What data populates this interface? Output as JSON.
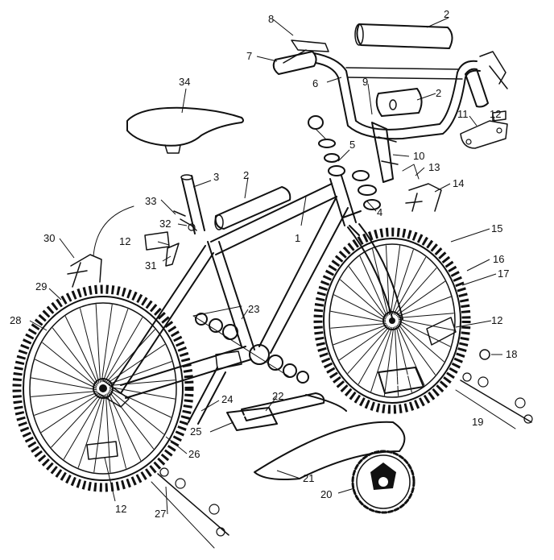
{
  "diagram": {
    "type": "exploded-parts-view",
    "ink_color": "#111111",
    "background": "#ffffff",
    "callouts": [
      {
        "id": "c1",
        "text": "1"
      },
      {
        "id": "c2a",
        "text": "2"
      },
      {
        "id": "c2b",
        "text": "2"
      },
      {
        "id": "c2c",
        "text": "2"
      },
      {
        "id": "c3",
        "text": "3"
      },
      {
        "id": "c4",
        "text": "4"
      },
      {
        "id": "c5",
        "text": "5"
      },
      {
        "id": "c6",
        "text": "6"
      },
      {
        "id": "c7",
        "text": "7"
      },
      {
        "id": "c8",
        "text": "8"
      },
      {
        "id": "c9",
        "text": "9"
      },
      {
        "id": "c10",
        "text": "10"
      },
      {
        "id": "c11",
        "text": "11"
      },
      {
        "id": "c12a",
        "text": "12"
      },
      {
        "id": "c12b",
        "text": "12"
      },
      {
        "id": "c12c",
        "text": "12"
      },
      {
        "id": "c12d",
        "text": "12"
      },
      {
        "id": "c13",
        "text": "13"
      },
      {
        "id": "c14",
        "text": "14"
      },
      {
        "id": "c15",
        "text": "15"
      },
      {
        "id": "c16",
        "text": "16"
      },
      {
        "id": "c17",
        "text": "17"
      },
      {
        "id": "c18",
        "text": "18"
      },
      {
        "id": "c19",
        "text": "19"
      },
      {
        "id": "c20",
        "text": "20"
      },
      {
        "id": "c21",
        "text": "21"
      },
      {
        "id": "c22",
        "text": "22"
      },
      {
        "id": "c23",
        "text": "23"
      },
      {
        "id": "c24",
        "text": "24"
      },
      {
        "id": "c25",
        "text": "25"
      },
      {
        "id": "c26",
        "text": "26"
      },
      {
        "id": "c27",
        "text": "27"
      },
      {
        "id": "c28",
        "text": "28"
      },
      {
        "id": "c29",
        "text": "29"
      },
      {
        "id": "c30",
        "text": "30"
      },
      {
        "id": "c31",
        "text": "31"
      },
      {
        "id": "c32",
        "text": "32"
      },
      {
        "id": "c33",
        "text": "33"
      },
      {
        "id": "c34",
        "text": "34"
      }
    ]
  }
}
